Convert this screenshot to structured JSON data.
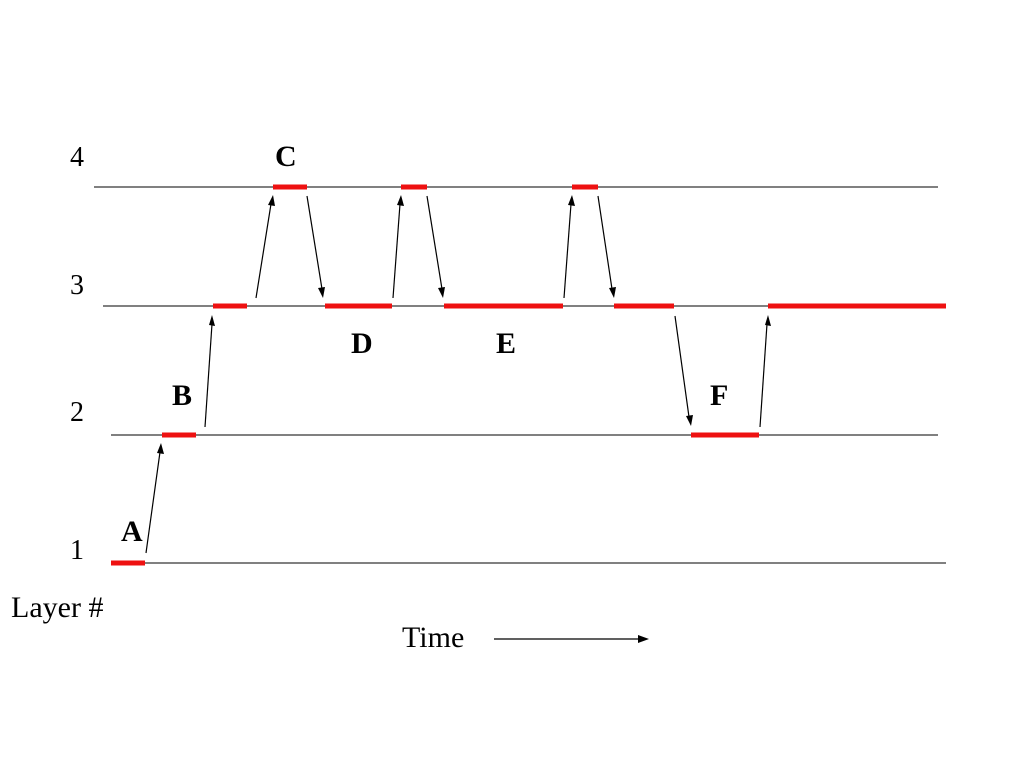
{
  "layer_axis": {
    "caption": "Layer #",
    "layers": [
      "1",
      "2",
      "3",
      "4"
    ]
  },
  "time_axis": {
    "caption": "Time"
  },
  "event_labels": [
    "A",
    "B",
    "C",
    "D",
    "E",
    "F"
  ],
  "colors": {
    "segment": "#ee1111",
    "line": "#000000",
    "background": "#ffffff"
  }
}
